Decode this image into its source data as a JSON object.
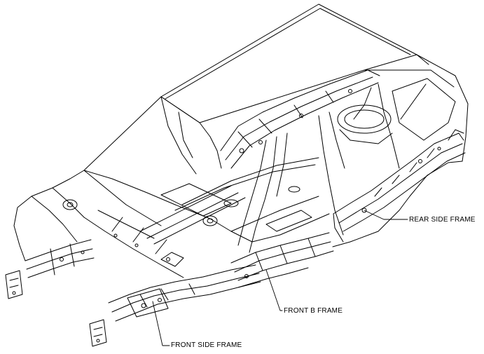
{
  "callouts": {
    "rear_side_frame": "REAR SIDE FRAME",
    "front_b_frame": "FRONT B FRAME",
    "front_side_frame": "FRONT SIDE FRAME"
  },
  "colors": {
    "line": "#000000",
    "background": "#ffffff"
  }
}
